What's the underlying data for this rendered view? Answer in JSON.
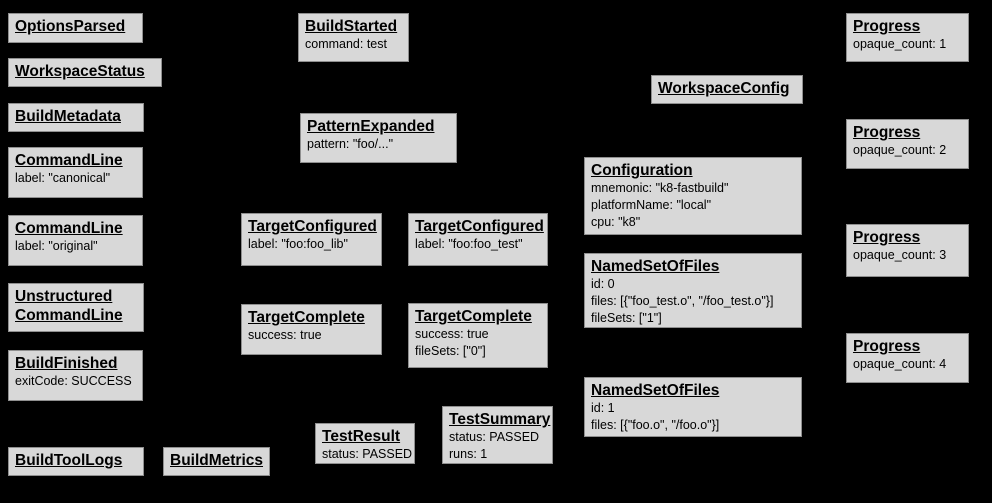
{
  "diagram": {
    "description": "Build event protocol graph",
    "colors": {
      "background": "#000000",
      "node_fill": "#d8d8d8",
      "node_border": "#8f8f8f",
      "text": "#000000"
    }
  },
  "nodes": [
    {
      "title": "OptionsParsed",
      "fields": []
    },
    {
      "title": "WorkspaceStatus",
      "fields": []
    },
    {
      "title": "BuildMetadata",
      "fields": []
    },
    {
      "title": "CommandLine",
      "fields": [
        "label: \"canonical\""
      ]
    },
    {
      "title": "CommandLine",
      "fields": [
        "label: \"original\""
      ]
    },
    {
      "title": "Unstructured",
      "title2": "CommandLine",
      "fields": []
    },
    {
      "title": "BuildFinished",
      "fields": [
        "exitCode: SUCCESS"
      ]
    },
    {
      "title": "BuildToolLogs",
      "fields": []
    },
    {
      "title": "BuildMetrics",
      "fields": []
    },
    {
      "title": "BuildStarted",
      "fields": [
        "command: test"
      ]
    },
    {
      "title": "PatternExpanded",
      "fields": [
        "pattern: \"foo/...\""
      ]
    },
    {
      "title": "TargetConfigured",
      "fields": [
        "label: \"foo:foo_lib\""
      ]
    },
    {
      "title": "TargetConfigured",
      "fields": [
        "label: \"foo:foo_test\""
      ]
    },
    {
      "title": "TargetComplete",
      "fields": [
        "success: true"
      ]
    },
    {
      "title": "TargetComplete",
      "fields": [
        "success: true",
        "fileSets: [\"0\"]"
      ]
    },
    {
      "title": "TestResult",
      "fields": [
        "status: PASSED"
      ]
    },
    {
      "title": "TestSummary",
      "fields": [
        "status: PASSED",
        "runs: 1"
      ]
    },
    {
      "title": "WorkspaceConfig",
      "fields": []
    },
    {
      "title": "Configuration",
      "fields": [
        "mnemonic: \"k8-fastbuild\"",
        "platformName: \"local\"",
        "cpu: \"k8\""
      ]
    },
    {
      "title": "NamedSetOfFiles",
      "fields": [
        "id: 0",
        "files: [{\"foo_test.o\", \"/foo_test.o\"}]",
        "fileSets: [\"1\"]"
      ]
    },
    {
      "title": "NamedSetOfFiles",
      "fields": [
        "id: 1",
        "files: [{\"foo.o\", \"/foo.o\"}]"
      ]
    },
    {
      "title": "Progress",
      "fields": [
        "opaque_count: 1"
      ]
    },
    {
      "title": "Progress",
      "fields": [
        "opaque_count: 2"
      ]
    },
    {
      "title": "Progress",
      "fields": [
        "opaque_count: 3"
      ]
    },
    {
      "title": "Progress",
      "fields": [
        "opaque_count: 4"
      ]
    }
  ]
}
